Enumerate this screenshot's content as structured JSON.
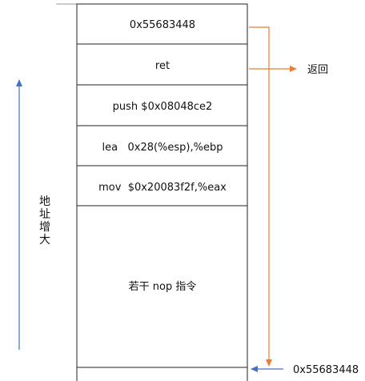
{
  "stack": {
    "cells": [
      {
        "label": "0x55683448"
      },
      {
        "label": "ret"
      },
      {
        "label": "push $0x08048ce2"
      },
      {
        "label": "lea   0x28(%esp),%ebp"
      },
      {
        "label": "mov  $0x20083f2f,%eax"
      },
      {
        "label": "若干 nop 指令"
      },
      {
        "label": ""
      }
    ]
  },
  "annotations": {
    "return_label": "返回",
    "target_address": "0x55683448",
    "growth_label_chars": [
      "地",
      "址",
      "增",
      "大"
    ]
  },
  "colors": {
    "grid": "#222222",
    "orange_arrow": "#ed7d31",
    "blue_arrow": "#4472c4"
  }
}
